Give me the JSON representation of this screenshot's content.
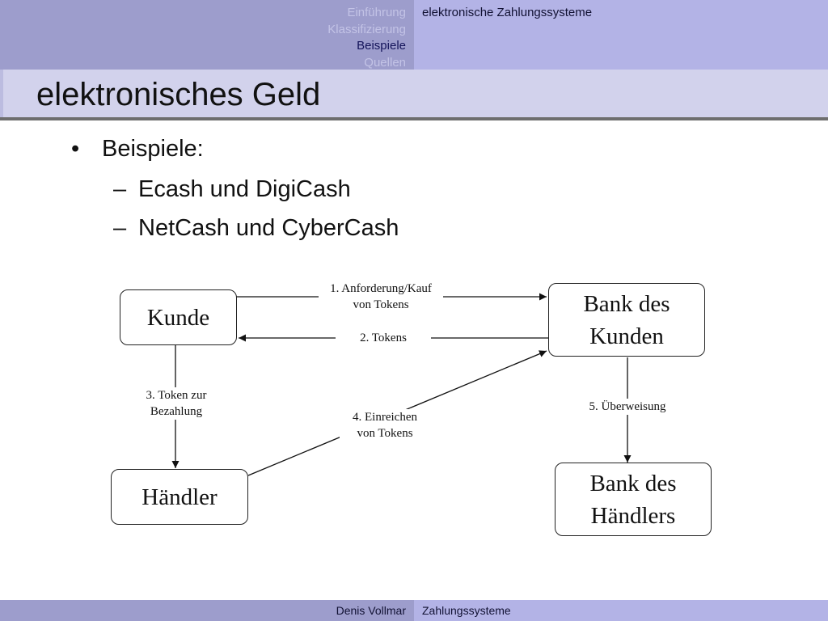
{
  "header": {
    "nav": [
      "Einführung",
      "Klassifizierung",
      "Beispiele",
      "Quellen"
    ],
    "active_nav": "Beispiele",
    "section_title": "elektronische Zahlungssysteme"
  },
  "slide": {
    "title": "elektronisches Geld",
    "bullet_marker": "•",
    "sub_marker": "–",
    "bullet": "Beispiele:",
    "subbullets": [
      "Ecash und DigiCash",
      "NetCash und CyberCash"
    ]
  },
  "diagram": {
    "nodes": {
      "kunde": "Kunde",
      "bank_kunde": [
        "Bank des",
        "Kunden"
      ],
      "haendler": "Händler",
      "bank_haendler": [
        "Bank des",
        "Händlers"
      ]
    },
    "edges": {
      "e1": [
        "1. Anforderung/Kauf",
        "von Tokens"
      ],
      "e2": "2. Tokens",
      "e3": [
        "3. Token zur",
        "Bezahlung"
      ],
      "e4": [
        "4. Einreichen",
        "von Tokens"
      ],
      "e5": "5. Überweisung"
    }
  },
  "footer": {
    "author": "Denis Vollmar",
    "short_title": "Zahlungssysteme"
  }
}
